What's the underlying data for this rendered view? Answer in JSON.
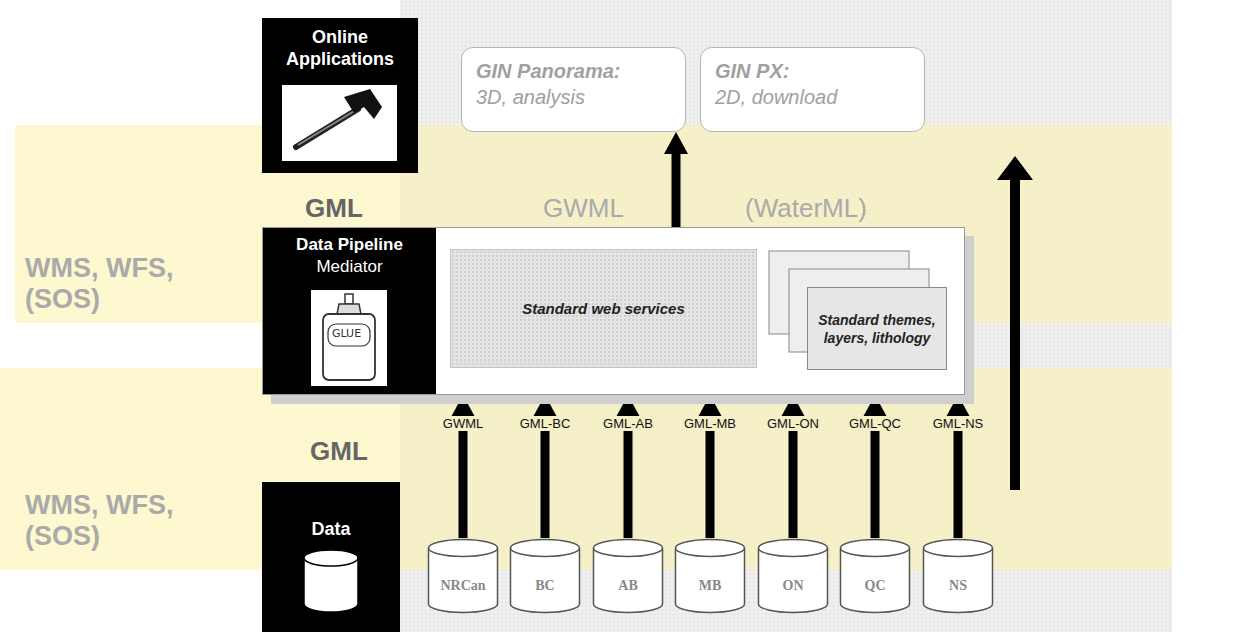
{
  "diagram": {
    "nodes": [
      {
        "text": [
          "Online Applications"
        ]
      },
      {
        "text": [
          "GIN Panorama:",
          "3D, analysis"
        ]
      },
      {
        "text": [
          "GIN PX:",
          "2D, download"
        ]
      },
      {
        "text": [
          "Data Pipeline",
          "Mediator"
        ]
      },
      {
        "text": [
          "Standard web services"
        ],
        "in": 3
      },
      {
        "text": [
          "Standard themes, layers, lithology"
        ],
        "in": 3
      },
      {
        "text": [
          "Data"
        ]
      },
      {
        "text": [
          "NRCan"
        ]
      },
      {
        "text": [
          "BC"
        ]
      },
      {
        "text": [
          "AB"
        ]
      },
      {
        "text": [
          "MB"
        ]
      },
      {
        "text": [
          "ON"
        ]
      },
      {
        "text": [
          "QC"
        ]
      },
      {
        "text": [
          "NS"
        ]
      }
    ],
    "edges": [
      {
        "from": 7,
        "to": 3,
        "arrow": "to",
        "label": "GWML"
      },
      {
        "from": 8,
        "to": 3,
        "arrow": "to",
        "label": "GML-BC"
      },
      {
        "from": 9,
        "to": 3,
        "arrow": "to",
        "label": "GML-AB"
      },
      {
        "from": 10,
        "to": 3,
        "arrow": "to",
        "label": "GML-MB"
      },
      {
        "from": 11,
        "to": 3,
        "arrow": "to",
        "label": "GML-ON"
      },
      {
        "from": 12,
        "to": 3,
        "arrow": "to",
        "label": "GML-QC"
      },
      {
        "from": 13,
        "to": 3,
        "arrow": "to",
        "label": "GML-NS"
      },
      {
        "from": 3,
        "to": 1,
        "arrow": "to"
      }
    ],
    "labels": [
      "WMS, WFS, (SOS)",
      "GML",
      "GWML",
      "(WaterML)",
      "WMS, WFS, (SOS)",
      "GML",
      "GLUE"
    ]
  }
}
